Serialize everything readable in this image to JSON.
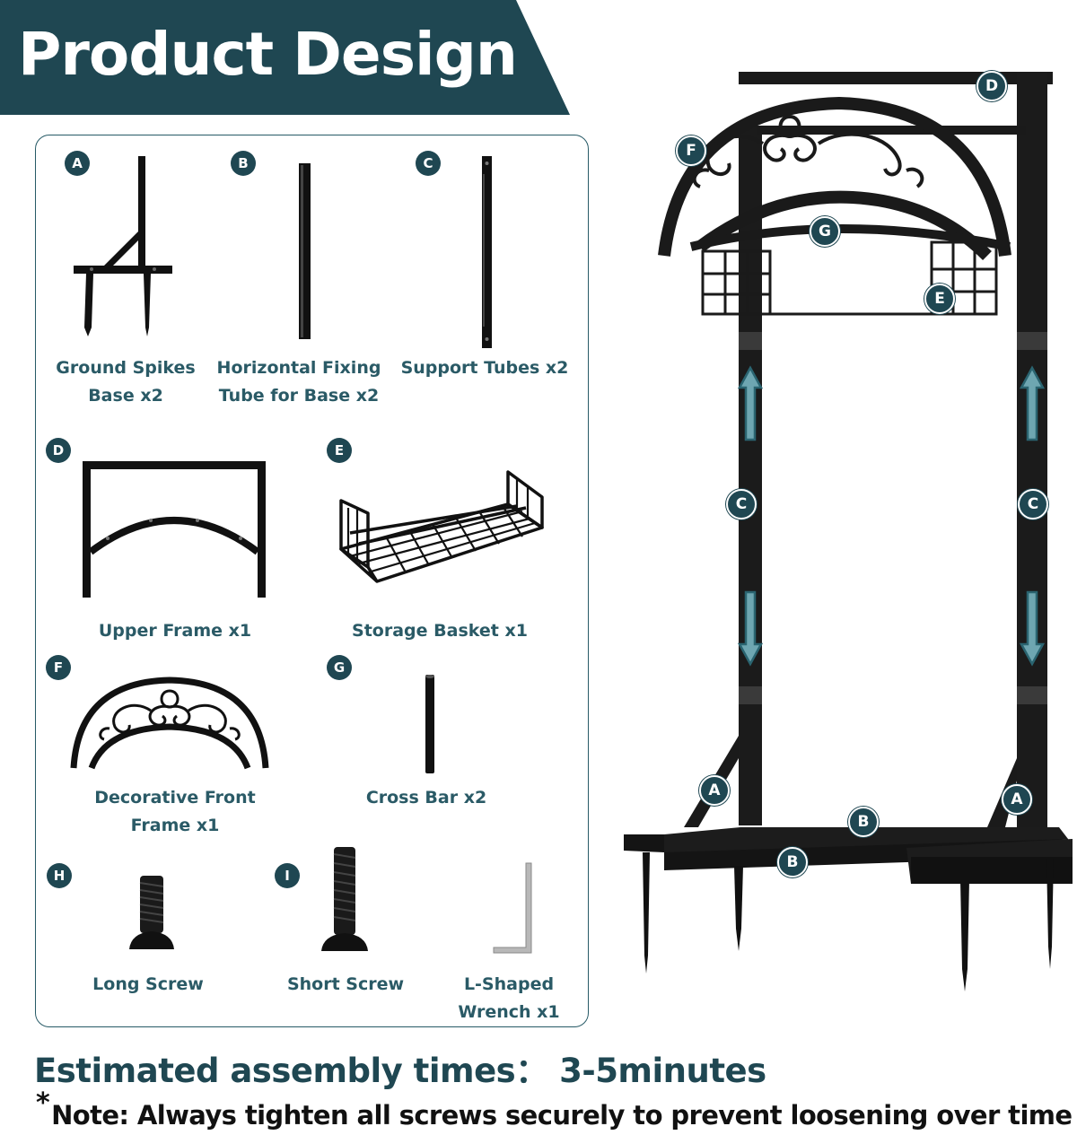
{
  "header": {
    "title": "Product Design",
    "bg_color": "#1f4752"
  },
  "parts": [
    {
      "letter": "A",
      "label": "Ground Spikes\nBase x2",
      "icon": "ground-spike-base-icon"
    },
    {
      "letter": "B",
      "label": "Horizontal Fixing\nTube for Base x2",
      "icon": "horizontal-tube-icon"
    },
    {
      "letter": "C",
      "label": "Support Tubes x2",
      "icon": "support-tube-icon"
    },
    {
      "letter": "D",
      "label": "Upper Frame x1",
      "icon": "upper-frame-icon"
    },
    {
      "letter": "E",
      "label": "Storage Basket x1",
      "icon": "storage-basket-icon"
    },
    {
      "letter": "F",
      "label": "Decorative Front\nFrame x1",
      "icon": "decorative-frame-icon"
    },
    {
      "letter": "G",
      "label": "Cross Bar x2",
      "icon": "cross-bar-icon"
    },
    {
      "letter": "H",
      "label": "Long Screw",
      "icon": "long-screw-icon"
    },
    {
      "letter": "I",
      "label": "Short Screw",
      "icon": "short-screw-icon"
    },
    {
      "letter": "",
      "label": "L-Shaped\nWrench x1",
      "icon": "l-wrench-icon"
    }
  ],
  "assembly_labels": {
    "d": "D",
    "f": "F",
    "g": "G",
    "e": "E",
    "c_left": "C",
    "c_right": "C",
    "a_left": "A",
    "a_right": "A",
    "b_back": "B",
    "b_front": "B"
  },
  "footer": {
    "assembly_time": "Estimated assembly times： 3-5minutes",
    "note_star": "*",
    "note": "Note: Always tighten all screws securely to prevent loosening over time"
  }
}
